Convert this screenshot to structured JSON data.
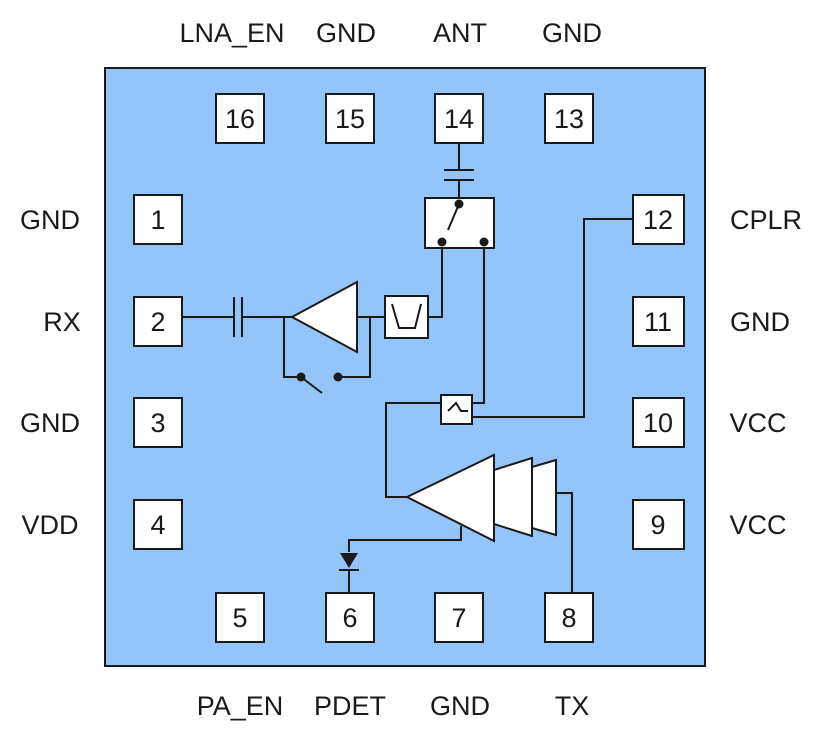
{
  "colors": {
    "package_fill": "#94c5fa",
    "outline": "#1a1a1a",
    "pin_fill": "#ffffff"
  },
  "pins": [
    {
      "num": "1",
      "label": "GND"
    },
    {
      "num": "2",
      "label": "RX"
    },
    {
      "num": "3",
      "label": "GND"
    },
    {
      "num": "4",
      "label": "VDD"
    },
    {
      "num": "5",
      "label": "PA_EN"
    },
    {
      "num": "6",
      "label": "PDET"
    },
    {
      "num": "7",
      "label": "GND"
    },
    {
      "num": "8",
      "label": "TX"
    },
    {
      "num": "9",
      "label": "VCC"
    },
    {
      "num": "10",
      "label": "VCC"
    },
    {
      "num": "11",
      "label": "GND"
    },
    {
      "num": "12",
      "label": "CPLR"
    },
    {
      "num": "13",
      "label": "GND"
    },
    {
      "num": "14",
      "label": "ANT"
    },
    {
      "num": "15",
      "label": "GND"
    },
    {
      "num": "16",
      "label": "LNA_EN"
    }
  ],
  "icons": {
    "capacitor": "capacitor-icon",
    "lna": "lna-amplifier-icon",
    "filter": "bandpass-filter-icon",
    "switch": "spdt-switch-icon",
    "bypass": "bypass-switch-icon",
    "coupler": "coupler-icon",
    "pa": "power-amplifier-icon",
    "diode": "diode-icon"
  }
}
